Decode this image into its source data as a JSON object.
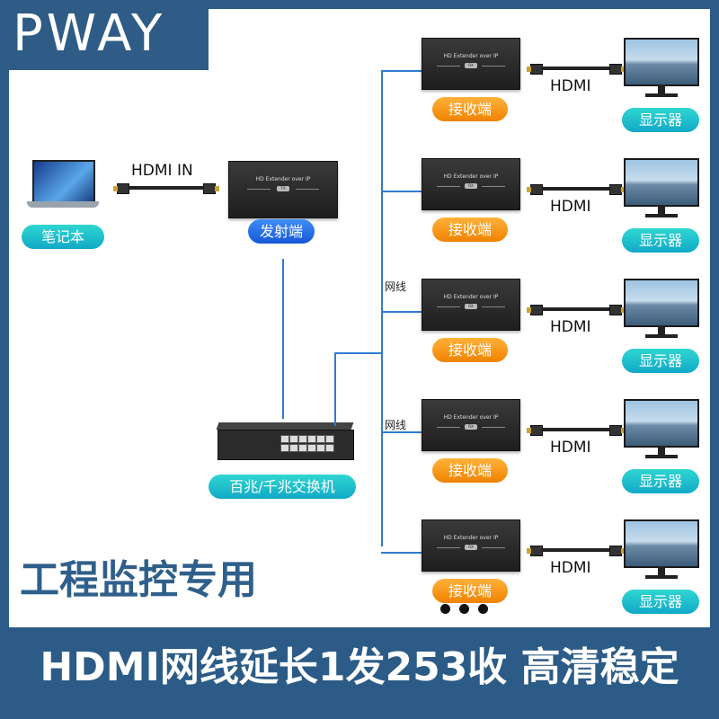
{
  "brand": {
    "logo_text": "PWAY"
  },
  "slogan": "工程监控专用",
  "bottom_title": "HDMI网线延长1发253收  高清稳定",
  "source": {
    "laptop_label": "笔记本",
    "hdmi_in_label": "HDMI IN",
    "transmitter_label": "发射端",
    "transmitter_device_text": "HD Extender over IP",
    "transmitter_tag": "TX"
  },
  "switch": {
    "label": "百兆/千兆交换机"
  },
  "cable_labels": [
    "网线",
    "网线"
  ],
  "receivers": [
    {
      "label": "接收端",
      "device_text": "HD Extender over IP",
      "tag": "RX",
      "hdmi": "HDMI",
      "display": "显示器"
    },
    {
      "label": "接收端",
      "device_text": "HD Extender over IP",
      "tag": "RX",
      "hdmi": "HDMI",
      "display": "显示器"
    },
    {
      "label": "接收端",
      "device_text": "HD Extender over IP",
      "tag": "RX",
      "hdmi": "HDMI",
      "display": "显示器"
    },
    {
      "label": "接收端",
      "device_text": "HD Extender over IP",
      "tag": "RX",
      "hdmi": "HDMI",
      "display": "显示器"
    },
    {
      "label": "接收端",
      "device_text": "HD Extender over IP",
      "tag": "RX",
      "hdmi": "HDMI",
      "display": "显示器"
    }
  ],
  "colors": {
    "frame": "#2b5b86",
    "line": "#2f7bd2",
    "receiver_pill": "#f39a1a",
    "display_pill": "#17b6cc",
    "transmitter_pill": "#2470e6"
  }
}
